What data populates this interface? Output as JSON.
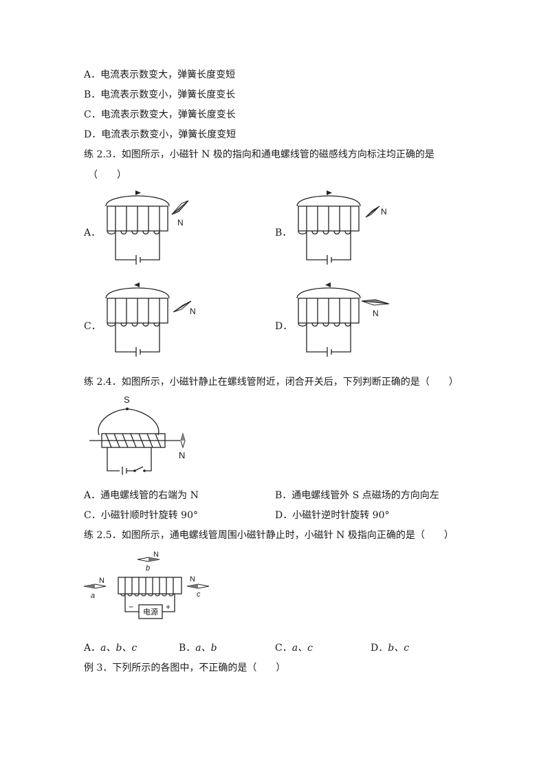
{
  "q22": {
    "options": [
      {
        "label": "A．",
        "text": "电流表示数变大，弹簧长度变短"
      },
      {
        "label": "B．",
        "text": "电流表示数变小，弹簧长度变长"
      },
      {
        "label": "C．",
        "text": "电流表示数变大，弹簧长度变长"
      },
      {
        "label": "D．",
        "text": "电流表示数变小，弹簧长度变短"
      }
    ]
  },
  "q23": {
    "stem": "练 2.3．如图所示，小磁针 N 极的指向和通电螺线管的磁感线方向标注均正确的是",
    "paren": "（　　）",
    "figure_labels": [
      "A．",
      "B．",
      "C．",
      "D．"
    ],
    "needle_label": "N"
  },
  "q24": {
    "stem": "练 2.4．如图所示，小磁针静止在螺线管附近，闭合开关后，下列判断正确的是（　　）",
    "fig_s": "S",
    "fig_n": "N",
    "options": [
      {
        "label": "A．",
        "text": "通电螺线管的右端为 N"
      },
      {
        "label": "B．",
        "text": "通电螺线管外 S 点磁场的方向向左"
      },
      {
        "label": "C．",
        "text": "小磁针顺时针旋转 90°"
      },
      {
        "label": "D．",
        "text": "小磁针逆时针旋转 90°"
      }
    ]
  },
  "q25": {
    "stem": "练 2.5．如图所示，通电螺线管周围小磁针静止时，小磁针 N 极指向正确的是（　　）",
    "fig": {
      "n": "N",
      "a": "a",
      "b": "b",
      "c": "c",
      "minus": "−",
      "plus": "+",
      "power": "电源"
    },
    "options": [
      {
        "label": "A．",
        "text": "a、b、c"
      },
      {
        "label": "B．",
        "text": "a、b"
      },
      {
        "label": "C．",
        "text": "a、c"
      },
      {
        "label": "D．",
        "text": "b、c"
      }
    ]
  },
  "ex3": {
    "stem": "例 3．下列所示的各图中，不正确的是（　　）"
  }
}
